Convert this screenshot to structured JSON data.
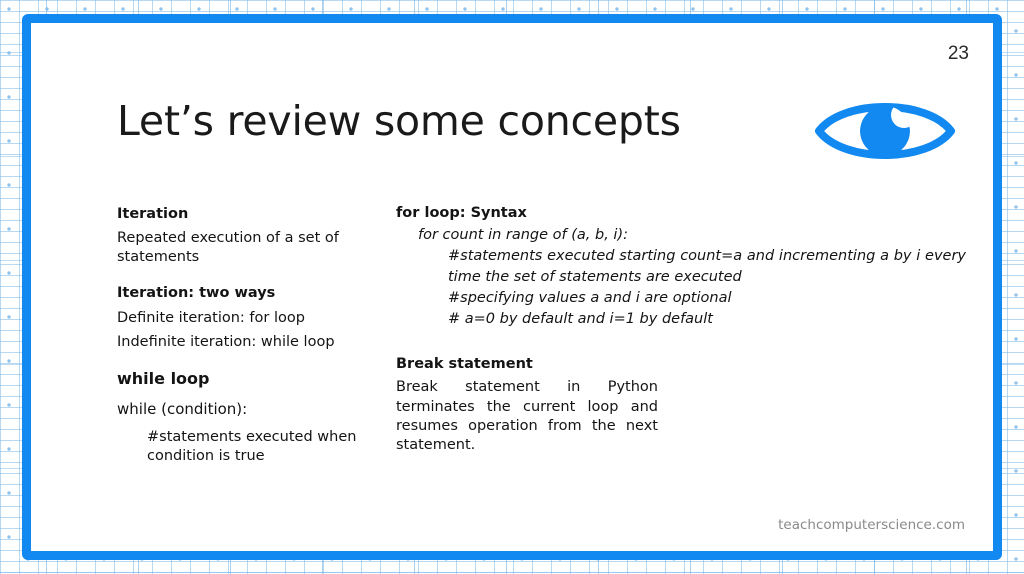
{
  "slide": {
    "page_number": "23",
    "title": "Let’s review some concepts",
    "footer": "teachcomputerscience.com",
    "eye_icon_name": "eye-icon",
    "accent_color": "#1189f0",
    "pattern_color": "#7db9e8",
    "footer_color": "#8a8a8a"
  },
  "left_column": {
    "iteration_heading": "Iteration",
    "iteration_def_line1": "Repeated execution of a set of",
    "iteration_def_line2": "statements",
    "two_ways_heading": "Iteration: two ways",
    "two_ways_item1": "Definite iteration: for loop",
    "two_ways_item2": "Indefinite iteration: while loop",
    "while_heading": "while loop",
    "while_syntax": "while (condition):",
    "while_comment_line1": "#statements executed when",
    "while_comment_line2": "condition is true"
  },
  "right_column": {
    "for_heading": "for loop: Syntax",
    "for_signature": "for  count in range of (a, b, i):",
    "for_comment_line1": "#statements executed starting count=a and incrementing a by i every",
    "for_comment_line2": "time the set of statements are executed",
    "for_comment_line3": "#specifying values a and i are optional",
    "for_comment_line4": "# a=0 by default and i=1 by default",
    "break_heading": "Break statement",
    "break_body": "Break statement in Python terminates the current loop and resumes operation from the next statement."
  }
}
